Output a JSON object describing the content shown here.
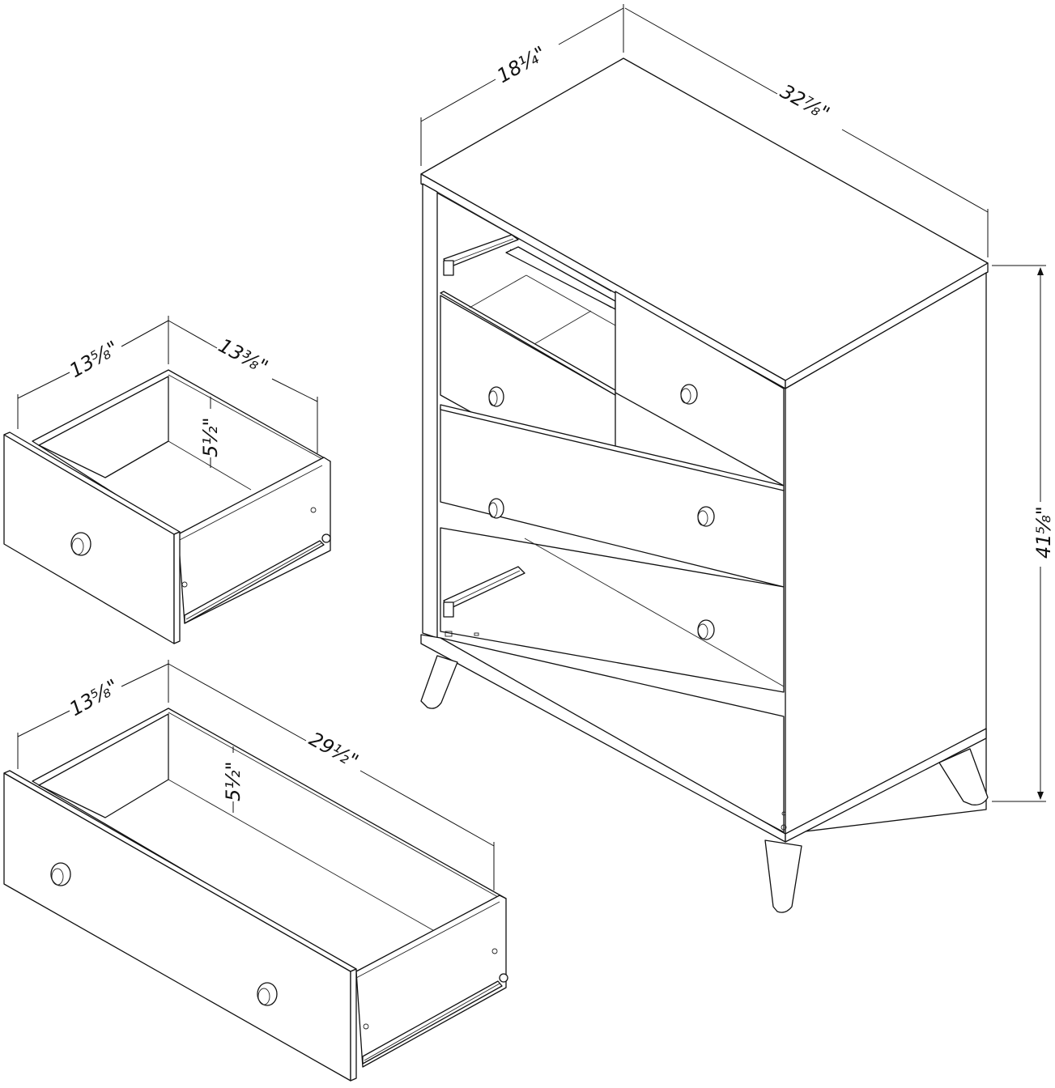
{
  "diagram": {
    "subject": "4-drawer chest with dimensioned drawers",
    "dresser": {
      "depth_label": "18¼\"",
      "width_label": "32⅞\"",
      "height_label": "41⅝\""
    },
    "small_drawer": {
      "depth_label": "13⅝\"",
      "width_label": "13⅜\"",
      "height_label": "5½\""
    },
    "large_drawer": {
      "depth_label": "13⅝\"",
      "width_label": "29½\"",
      "height_label": "5½\""
    },
    "colors": {
      "line": "#111111",
      "background": "#ffffff"
    }
  }
}
